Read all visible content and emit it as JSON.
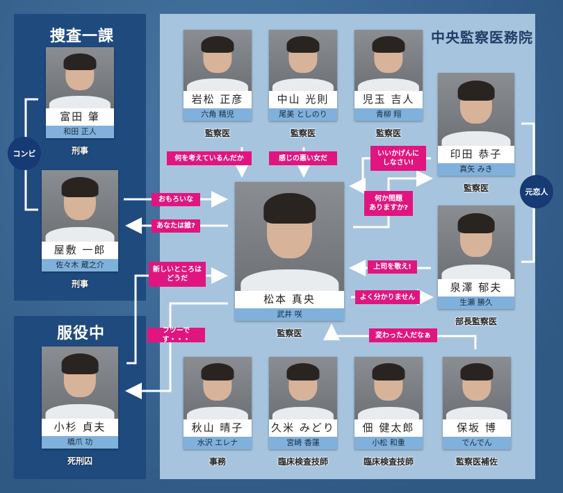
{
  "groups": {
    "police": "捜査一課",
    "prison": "服役中",
    "institute": "中央監察医務院"
  },
  "people": {
    "tomita": {
      "name": "富田 肇",
      "actor": "和田 正人",
      "role": "刑事"
    },
    "yashiki": {
      "name": "屋敷 一郎",
      "actor": "佐々木 蔵之介",
      "role": "刑事"
    },
    "kosugi": {
      "name": "小杉 貞夫",
      "actor": "橋爪 功",
      "role": "死刑囚"
    },
    "iwamatsu": {
      "name": "岩松 正彦",
      "actor": "六角 精児",
      "role": "監察医"
    },
    "nakayama": {
      "name": "中山 光則",
      "actor": "尾美 としのり",
      "role": "監察医"
    },
    "kodama": {
      "name": "児玉 吉人",
      "actor": "青柳 翔",
      "role": "監察医"
    },
    "inden": {
      "name": "印田 恭子",
      "actor": "真矢 みき",
      "role": "監察医"
    },
    "izumisawa": {
      "name": "泉澤 郁夫",
      "actor": "生瀬 勝久",
      "role": "部長監察医"
    },
    "matsumoto": {
      "name": "松本 真央",
      "actor": "武井 咲",
      "role": "監察医"
    },
    "akiyama": {
      "name": "秋山 晴子",
      "actor": "水沢 エレナ",
      "role": "事務"
    },
    "kume": {
      "name": "久米 みどり",
      "actor": "宮崎 香蓮",
      "role": "臨床検査技師"
    },
    "tsukuda": {
      "name": "佃 健太郎",
      "actor": "小松 和重",
      "role": "臨床検査技師"
    },
    "hosaka": {
      "name": "保坂 博",
      "actor": "でんでん",
      "role": "監察医補佐"
    }
  },
  "relations": {
    "combi": "コンビ",
    "ex_lovers": "元恋人",
    "iwamatsu": "何を考えているんだか",
    "nakayama": "感じの悪い女だ",
    "inden": "いいかげんに\nしなさい!",
    "matsumoto_to_inden": "何か問題\nありますか?",
    "yashiki": "おもろいな",
    "matsumoto_to_yashiki": "あなたは誰?",
    "kosugi": "新しいところは\nどうだ",
    "matsumoto_to_kosugi": "フツーです・・・",
    "izumisawa": "上司を敬え!",
    "matsumoto_to_izumisawa": "よく分かりません",
    "hosaka": "変わった人だなぁ"
  },
  "colors": {
    "accent": "#e0157f",
    "dark_panel": "#1f4a7e",
    "light_panel": "#a7c4de"
  }
}
